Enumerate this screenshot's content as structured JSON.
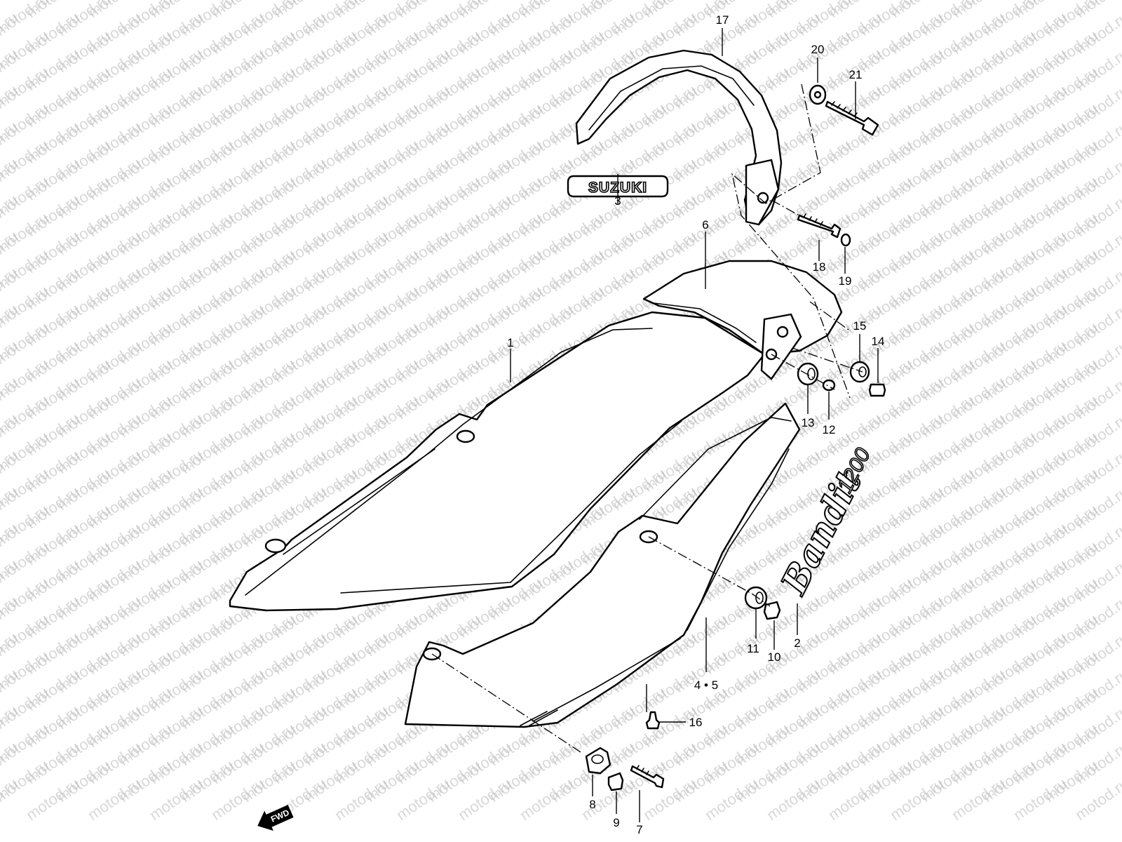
{
  "watermark": {
    "text": "motod.ru"
  },
  "emblem": {
    "text": "SUZUKI"
  },
  "side_logo": {
    "script": "Bandit",
    "model": "1200"
  },
  "fwd_indicator": {
    "text": "FWD"
  },
  "callouts": {
    "c1": "1",
    "c2": "2",
    "c3": "3",
    "c45": "4 • 5",
    "c6": "6",
    "c7": "7",
    "c8": "8",
    "c9": "9",
    "c10": "10",
    "c11": "11",
    "c12": "12",
    "c13": "13",
    "c14": "14",
    "c15": "15",
    "c16": "16",
    "c17": "17",
    "c18": "18",
    "c19": "19",
    "c20": "20",
    "c21": "21"
  }
}
